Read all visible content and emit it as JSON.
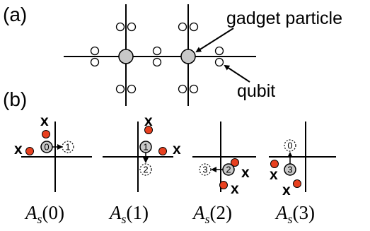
{
  "panel_a": {
    "label": "(a)",
    "gadget_label": "gadget particle",
    "qubit_label": "qubit"
  },
  "panel_b": {
    "label": "(b)",
    "x_mark": "x",
    "diagrams": [
      {
        "caption_main": "A",
        "caption_sub": "s",
        "caption_arg": "(0)",
        "center_num": "0",
        "moved_num": "1"
      },
      {
        "caption_main": "A",
        "caption_sub": "s",
        "caption_arg": "(1)",
        "center_num": "1",
        "moved_num": "2"
      },
      {
        "caption_main": "A",
        "caption_sub": "s",
        "caption_arg": "(2)",
        "center_num": "2",
        "moved_num": "3"
      },
      {
        "caption_main": "A",
        "caption_sub": "s",
        "caption_arg": "(3)",
        "center_num": "3",
        "moved_num": "0"
      }
    ]
  },
  "colors": {
    "gadget_fill": "#c8c8c8",
    "excited_fill": "#e8401f"
  }
}
